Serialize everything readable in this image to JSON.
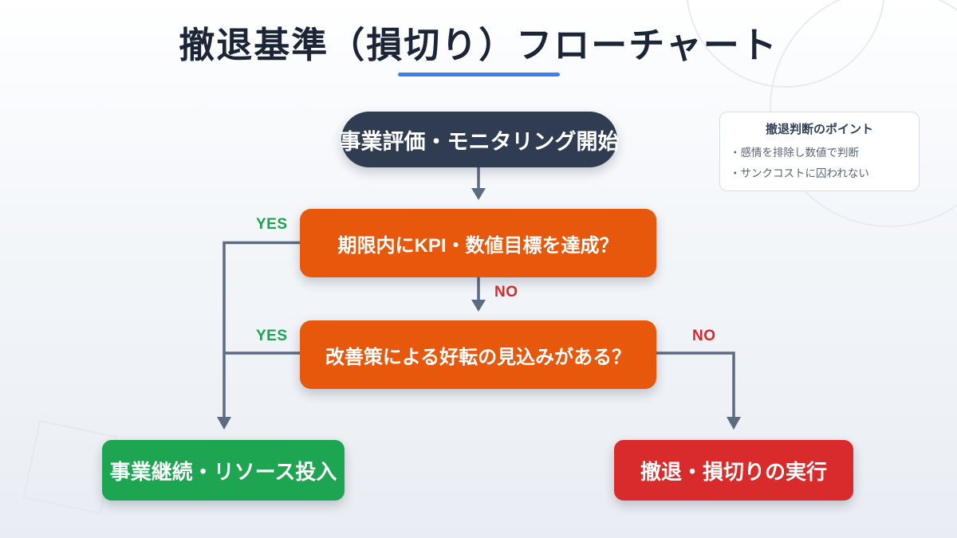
{
  "page": {
    "title": "撤退基準（損切り）フローチャート"
  },
  "flowchart": {
    "start": {
      "label": "事業評価・モニタリング開始"
    },
    "decision_kpi": {
      "label": "期限内にKPI・数値目標を達成？",
      "yes_label": "YES",
      "no_label": "NO"
    },
    "decision_improvement": {
      "label": "改善策による好転の見込みがある？",
      "yes_label": "YES",
      "no_label": "NO"
    },
    "outcome_continue": {
      "label": "事業継続・リソース投入"
    },
    "outcome_withdraw": {
      "label": "撤退・損切りの実行"
    }
  },
  "note": {
    "title": "撤退判断のポイント",
    "items": [
      "・感情を排除し数値で判断",
      "・サンクコストに囚われない"
    ]
  },
  "colors": {
    "title_text": "#1c2537",
    "title_underline": "#3d7ff7",
    "start_node": "#2f3c52",
    "decision_node": "#e8580c",
    "continue_node": "#1ea552",
    "withdraw_node": "#d92b2b",
    "yes_label": "#1ca351",
    "no_label": "#d9282a",
    "connector": "#5b6b82",
    "note_border": "#d7dde8",
    "note_title": "#32405a",
    "note_text": "#5a6574",
    "background_top": "#ffffff",
    "background_bottom": "#e9edf3"
  }
}
